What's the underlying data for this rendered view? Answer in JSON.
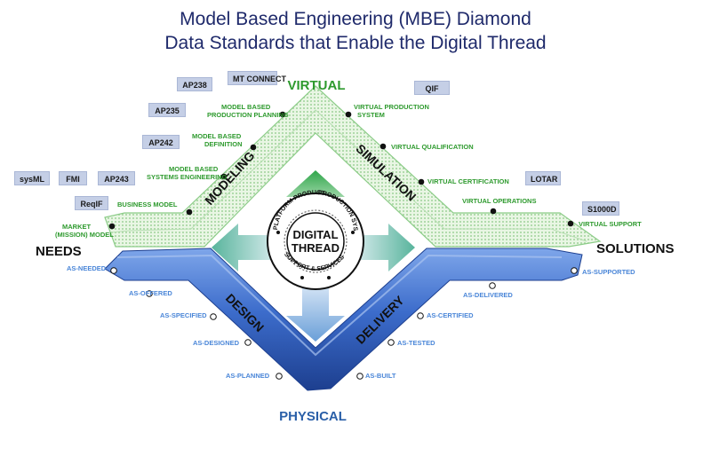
{
  "title": {
    "line1": "Model Based Engineering (MBE) Diamond",
    "line2": "Data Standards that Enable the Digital Thread"
  },
  "corners": {
    "top": "VIRTUAL",
    "left": "NEEDS",
    "right": "SOLUTIONS",
    "bottom": "PHYSICAL"
  },
  "arms": {
    "modeling": "MODELING",
    "simulation": "SIMULATION",
    "design": "DESIGN",
    "delivery": "DELIVERY"
  },
  "center": {
    "line1": "DIGITAL",
    "line2": "THREAD",
    "ring_left": "PLATFORM PRODUCT",
    "ring_right": "PRODUCTION SYSTEM",
    "ring_bottom": "SUPPORT & SERVICES"
  },
  "virtual_labels": {
    "market_model": [
      "MARKET",
      "(MISSION) MODEL"
    ],
    "business_model": "BUSINESS MODEL",
    "systems_engineering": [
      "MODEL BASED",
      "SYSTEMS ENGINEERING"
    ],
    "definition": [
      "MODEL BASED",
      "DEFINITION"
    ],
    "production_planning": [
      "MODEL BASED",
      "PRODUCTION PLANNING"
    ],
    "production_system": [
      "VIRTUAL PRODUCTION",
      "SYSTEM"
    ],
    "qualification": "VIRTUAL QUALIFICATION",
    "certification": "VIRTUAL CERTIFICATION",
    "operations": "VIRTUAL OPERATIONS",
    "support": "VIRTUAL SUPPORT"
  },
  "physical_labels": {
    "needed": "AS-NEEDED",
    "offered": "AS-OFFERED",
    "specified": "AS-SPECIFIED",
    "designed": "AS-DESIGNED",
    "planned": "AS-PLANNED",
    "built": "AS-BUILT",
    "tested": "AS-TESTED",
    "certified": "AS-CERTIFIED",
    "delivered": "AS-DELIVERED",
    "supported": "AS-SUPPORTED"
  },
  "standards": {
    "ap238": "AP238",
    "mtconnect": "MT CONNECT",
    "ap235": "AP235",
    "ap242": "AP242",
    "sysml": "sysML",
    "fmi": "FMI",
    "ap243": "AP243",
    "reqif": "ReqIF",
    "qif": "QIF",
    "lotar": "LOTAR",
    "s1000d": "S1000D"
  },
  "colors": {
    "title": "#1f2a6b",
    "virtual_green": "#2e9a2e",
    "physical_blue": "#3a67c4",
    "physical_label": "#4a86d8",
    "standard_box": "#c5cfe6",
    "arrow_green": "#2fa64a",
    "arrow_blue": "#6a9fd8"
  }
}
